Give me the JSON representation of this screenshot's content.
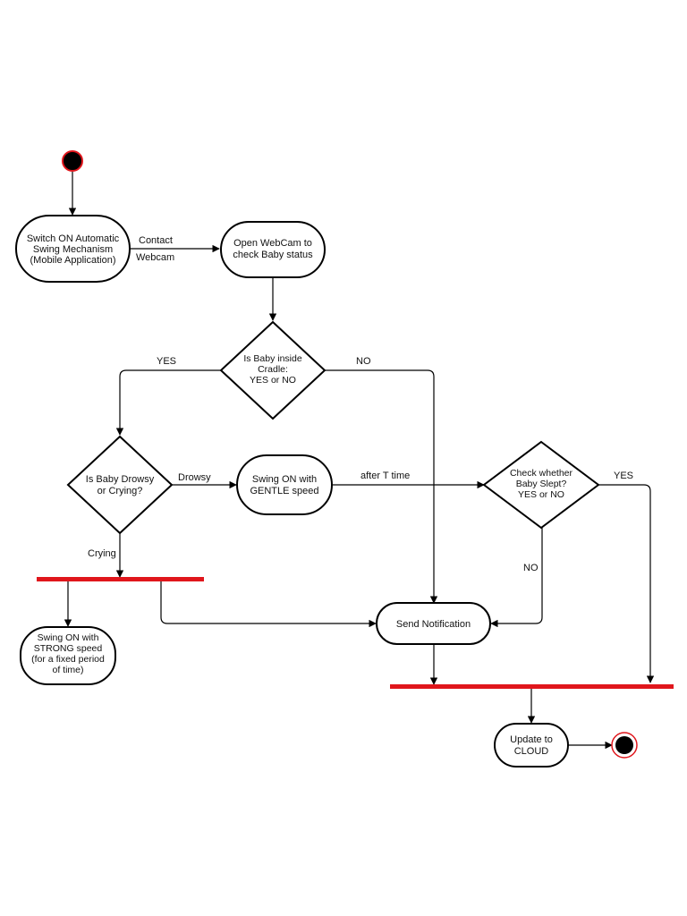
{
  "diagram": {
    "nodes": {
      "switch_on": [
        "Switch ON Automatic",
        "Swing Mechanism",
        "(Mobile Application)"
      ],
      "open_webcam": [
        "Open WebCam to",
        "check Baby status"
      ],
      "inside_cradle": [
        "Is Baby inside",
        "Cradle:",
        "YES or NO"
      ],
      "drowsy_crying": [
        "Is Baby Drowsy",
        "or Crying?"
      ],
      "gentle_swing": [
        "Swing ON with",
        "GENTLE speed"
      ],
      "check_slept": [
        "Check whether",
        "Baby Slept?",
        "YES or NO"
      ],
      "strong_swing": [
        "Swing ON with",
        "STRONG speed",
        "(for a fixed period",
        "of time)"
      ],
      "send_notification": [
        "Send Notification"
      ],
      "update_cloud": [
        "Update to",
        "CLOUD"
      ]
    },
    "edge_labels": {
      "contact": "Contact",
      "webcam": "Webcam",
      "yes_left": "YES",
      "no_right": "NO",
      "drowsy": "Drowsy",
      "after_t": "after T time",
      "yes_slept": "YES",
      "crying": "Crying",
      "no_slept": "NO"
    },
    "colors": {
      "sync_bar": "#e0161c",
      "start_ring": "#e0161c",
      "stroke": "#000000"
    }
  }
}
